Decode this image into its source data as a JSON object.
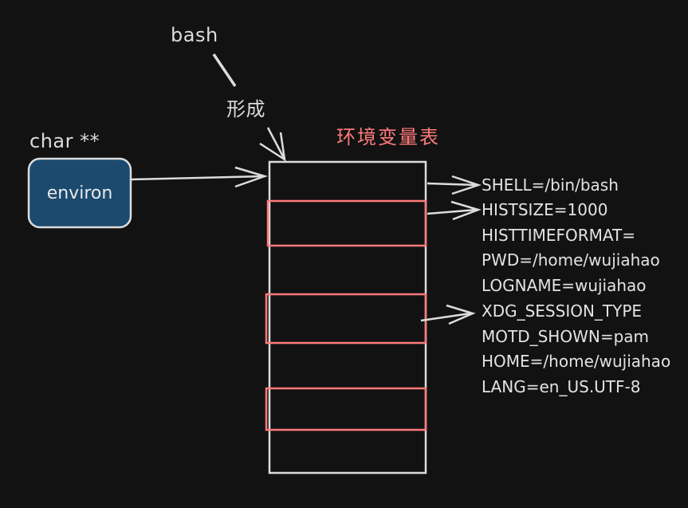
{
  "labels": {
    "bash": "bash",
    "formed": "形成",
    "char_pp": "char **",
    "environ": "environ",
    "table_title": "环境变量表"
  },
  "env_vars": [
    "SHELL=/bin/bash",
    "HISTSIZE=1000",
    "HISTTIMEFORMAT=",
    "PWD=/home/wujiahao",
    "LOGNAME=wujiahao",
    "XDG_SESSION_TYPE",
    "MOTD_SHOWN=pam",
    "HOME=/home/wujiahao",
    "LANG=en_US.UTF-8"
  ],
  "colors": {
    "background": "#121212",
    "stroke": "#dcdcdc",
    "highlight": "#ff7a7a",
    "environ_fill": "#1b4a6e"
  }
}
